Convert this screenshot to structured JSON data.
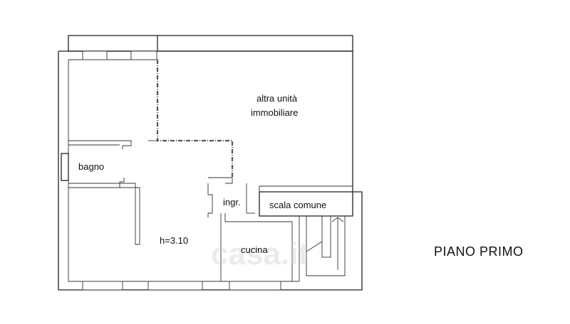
{
  "plan": {
    "title": "PIANO PRIMO",
    "rooms": {
      "altra_unita_line1": "altra unità",
      "altra_unita_line2": "immobiliare",
      "bagno": "bagno",
      "ingresso": "ingr.",
      "scala_comune": "scala comune",
      "height": "h=3.10",
      "cucina": "cucina"
    },
    "watermark": "casa.it"
  }
}
